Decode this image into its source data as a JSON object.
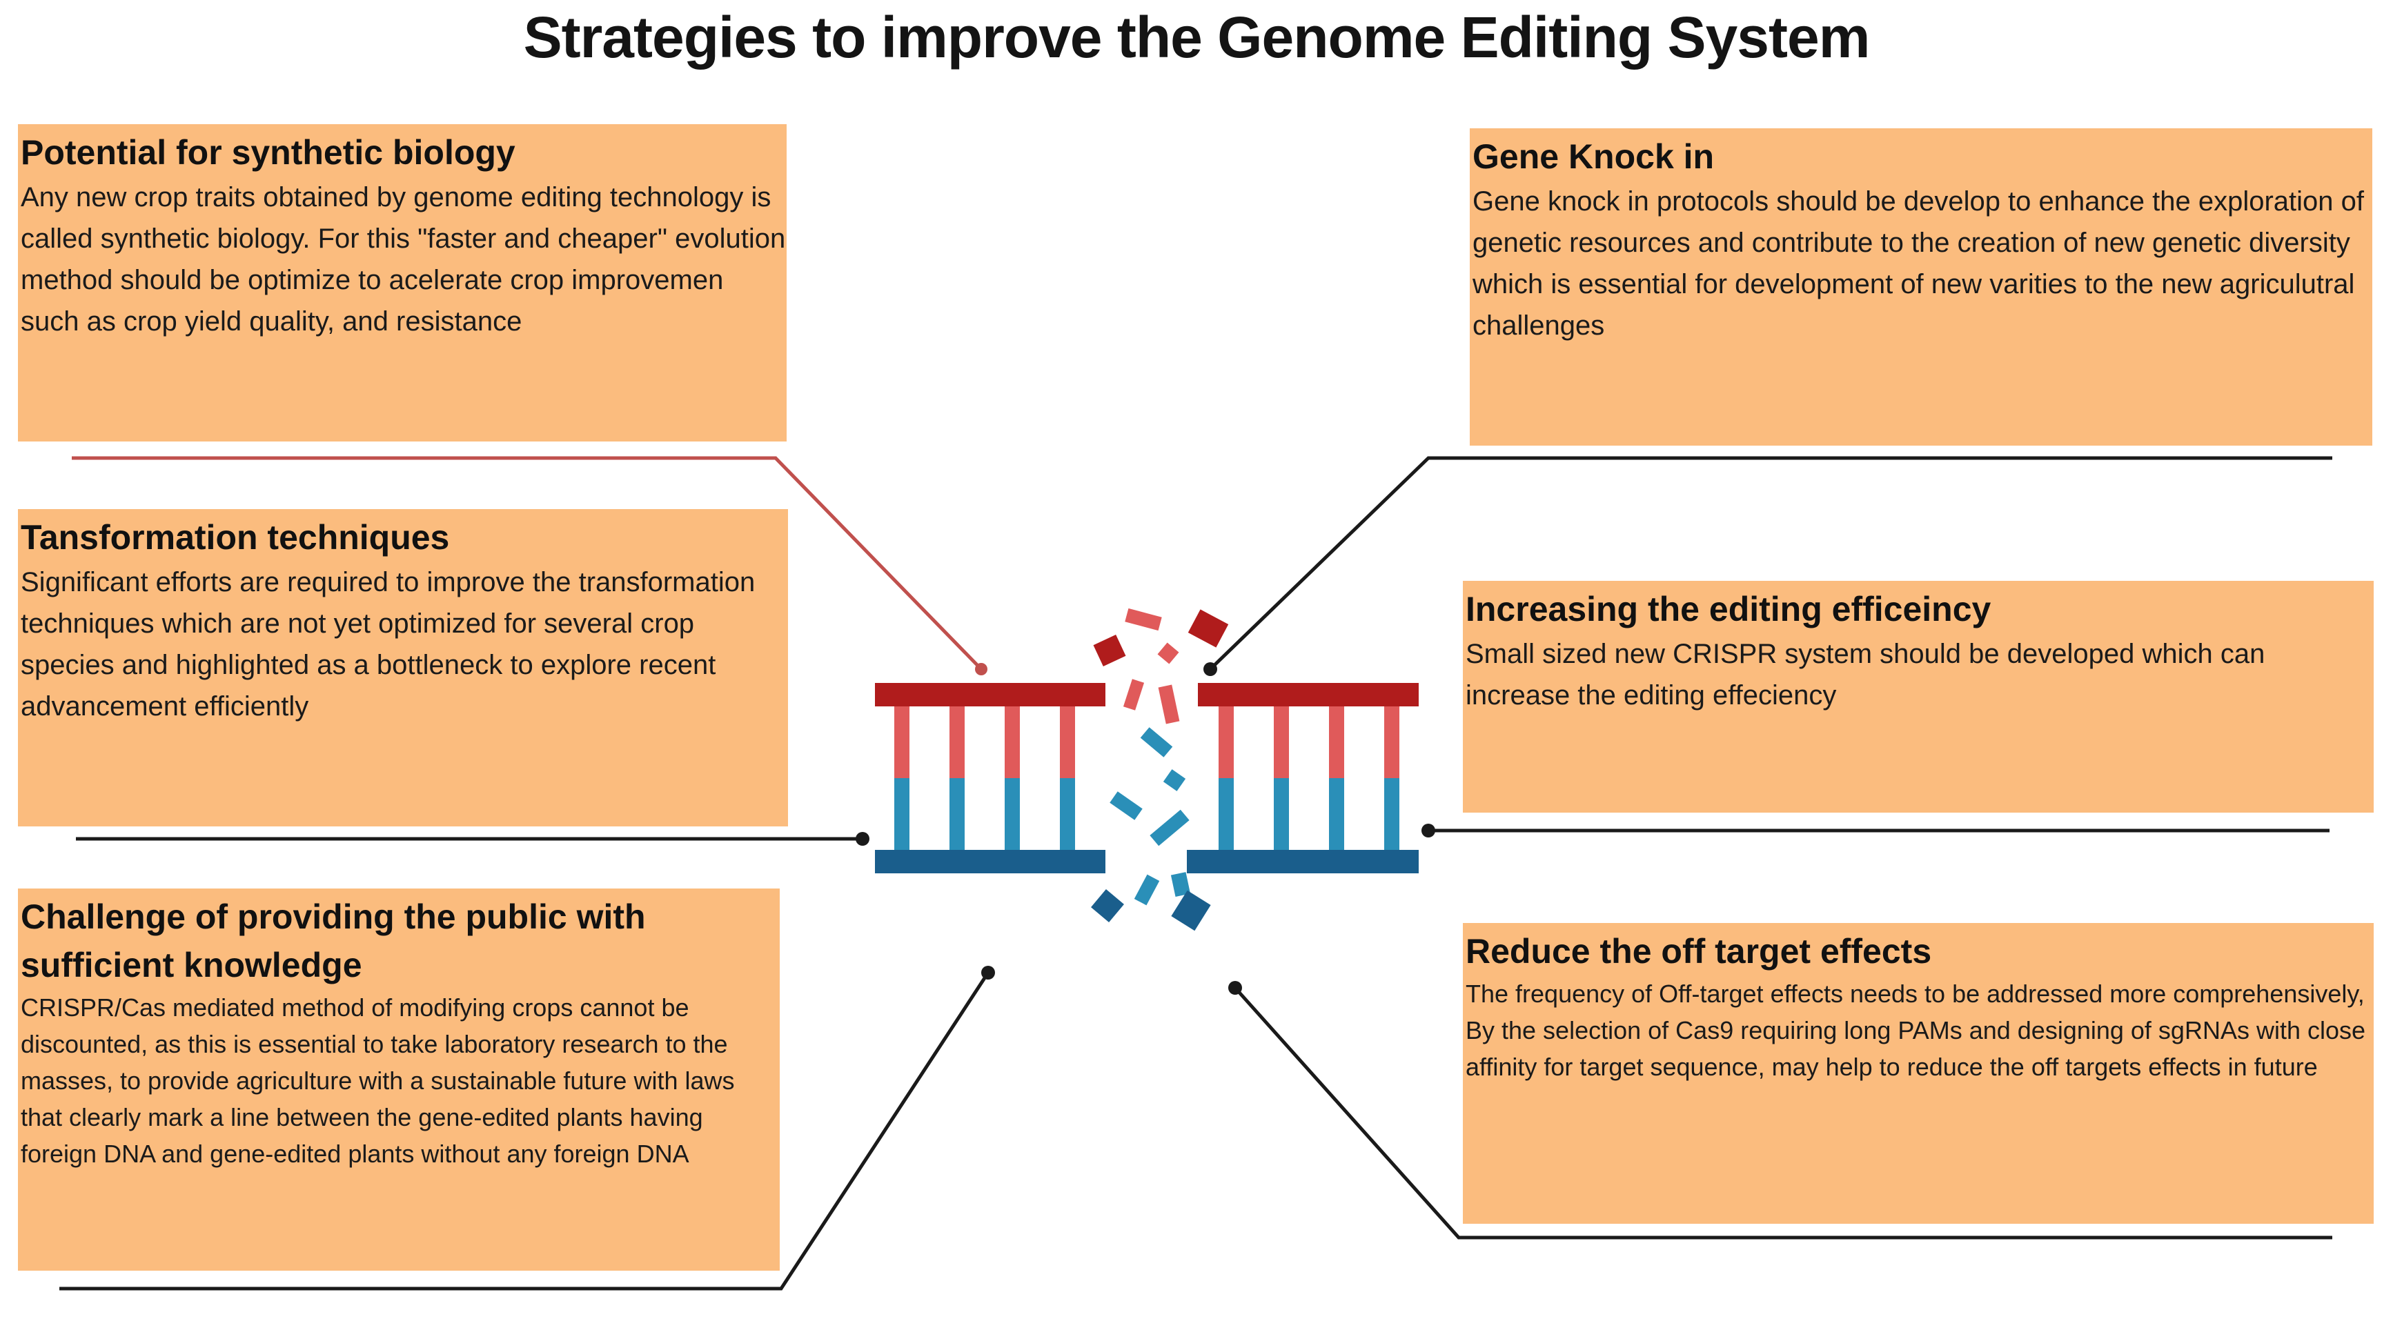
{
  "title": "Strategies to improve the Genome Editing System",
  "colors": {
    "card_fill": "#fbbc7e",
    "strand_red_dark": "#b01c1c",
    "strand_red_light": "#e05a5a",
    "strand_blue_light": "#2a8fb8",
    "strand_blue_dark": "#1a5e8c",
    "connector_red": "#c0504d",
    "connector_dark": "#1a1a1a"
  },
  "icons": {
    "center": "crispr-dna-cut-icon"
  },
  "cards": {
    "synthetic": {
      "title": "Potential for synthetic biology",
      "body": "Any new crop traits obtained by genome editing technology is called synthetic biology. For this  \"faster and cheaper\" evolution method should be optimize to acelerate crop improvemen such as crop yield quality, and resistance"
    },
    "knockin": {
      "title": "Gene Knock  in",
      "body": "Gene knock in protocols should be develop to enhance the exploration of genetic resources and contribute to the creation of new genetic diversity which is essential for development of new varities to the new agriculutral challenges"
    },
    "transform": {
      "title": "Tansformation techniques",
      "body": "Significant efforts are required to improve the transformation techniques which are not yet optimized for several crop species and highlighted as a bottleneck to explore recent advancement efficiently"
    },
    "efficiency": {
      "title": "Increasing the editing efficeincy",
      "body": "Small sized new CRISPR system should be developed which can increase the editing effeciency"
    },
    "public": {
      "title": "Challenge of providing the public with sufficient knowledge",
      "body": "CRISPR/Cas mediated method of modifying crops cannot be discounted, as this is essential to take laboratory research to the masses, to provide agriculture with a sustainable future with laws that clearly mark a line between the gene-edited plants having foreign DNA and gene-edited plants without any foreign DNA"
    },
    "offtarget": {
      "title": "Reduce the off target effects",
      "body": "The frequency of Off-target effects needs to be addressed more comprehensively, By the selection of Cas9 requiring long PAMs and designing of sgRNAs with close affinity for target sequence, may help to reduce the off targets effects in future"
    }
  }
}
